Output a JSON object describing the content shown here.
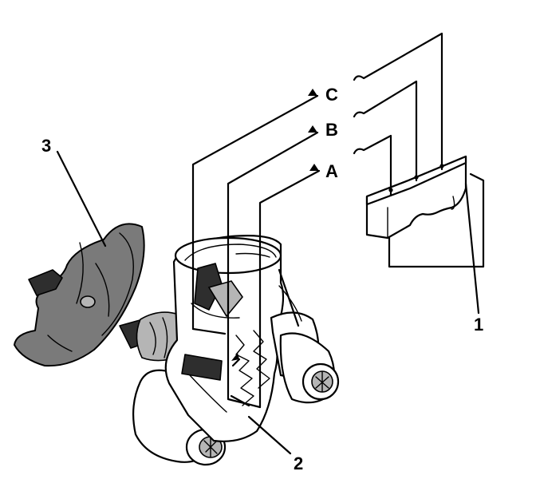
{
  "callouts": {
    "item_1": "1",
    "item_2": "2",
    "item_3": "3"
  },
  "circuits": {
    "c": "C",
    "b": "B",
    "a": "A"
  }
}
